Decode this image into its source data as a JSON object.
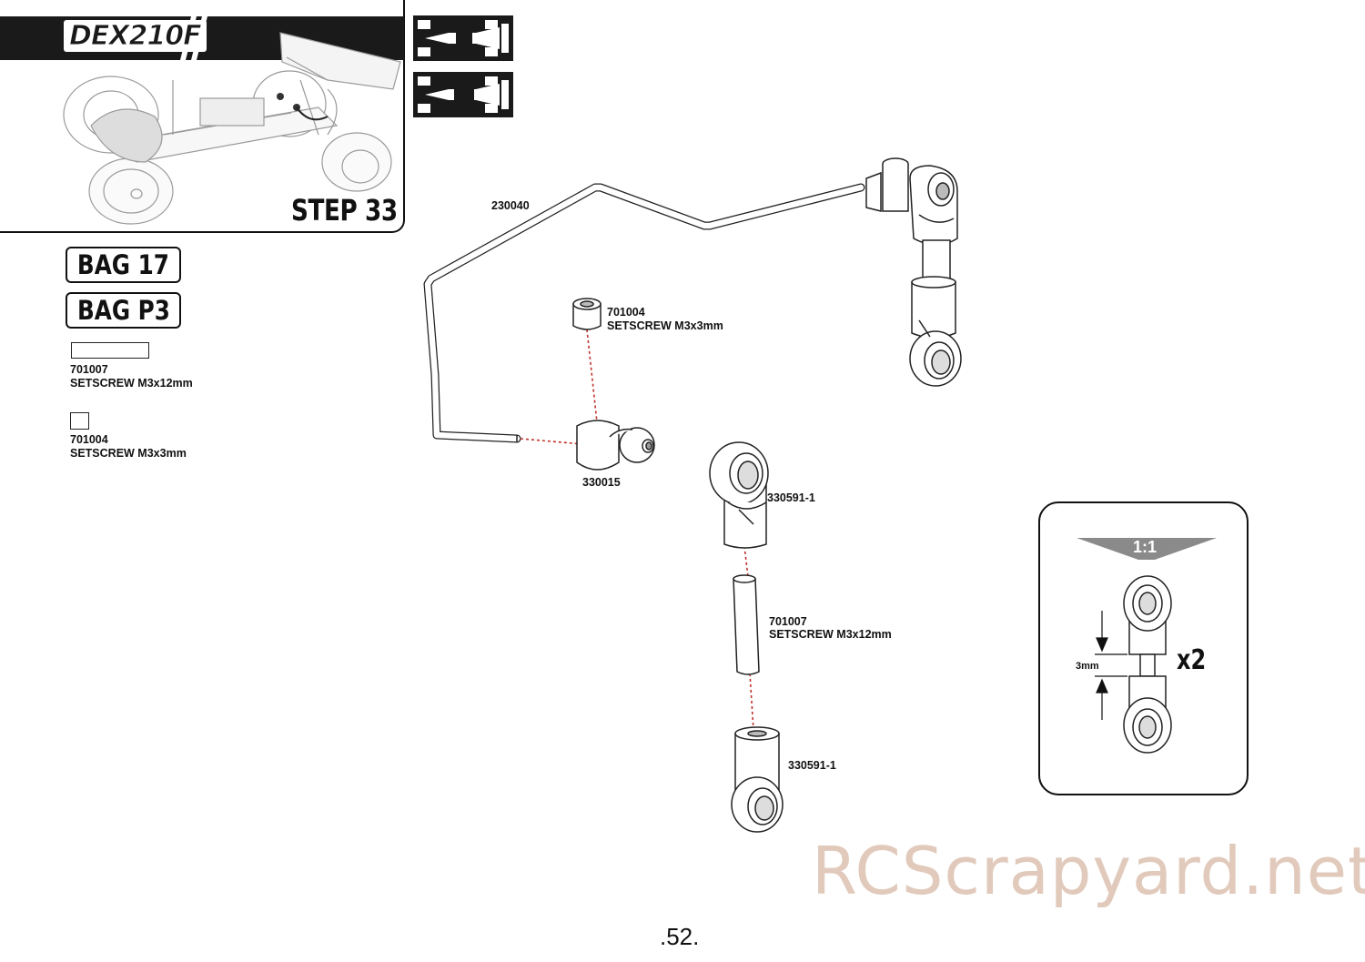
{
  "header": {
    "brand": "DEX210F",
    "step_label": "STEP 33"
  },
  "bags": [
    {
      "label": "BAG 17"
    },
    {
      "label": "BAG P3"
    }
  ],
  "sidebar_parts": [
    {
      "code": "701007",
      "name": "SETSCREW M3x12mm"
    },
    {
      "code": "701004",
      "name": "SETSCREW M3x3mm"
    }
  ],
  "callouts": {
    "rod": "230040",
    "setscrew_small_code": "701004",
    "setscrew_small_name": "SETSCREW M3x3mm",
    "ball": "330015",
    "rod_end_top": "330591-1",
    "setscrew_long_code": "701007",
    "setscrew_long_name": "SETSCREW M3x12mm",
    "rod_end_bottom": "330591-1"
  },
  "scale_inset": {
    "scale": "1:1",
    "gap": "3mm",
    "quantity": "x2"
  },
  "watermark": "RCScrapyard.net",
  "page_number": ".52.",
  "colors": {
    "dark": "#1a1a1a",
    "guide_line": "#c0302a",
    "scale_banner": "#8a8a8a"
  },
  "icons": [
    "car-outline-icon",
    "front-view-icon",
    "rear-view-icon"
  ]
}
